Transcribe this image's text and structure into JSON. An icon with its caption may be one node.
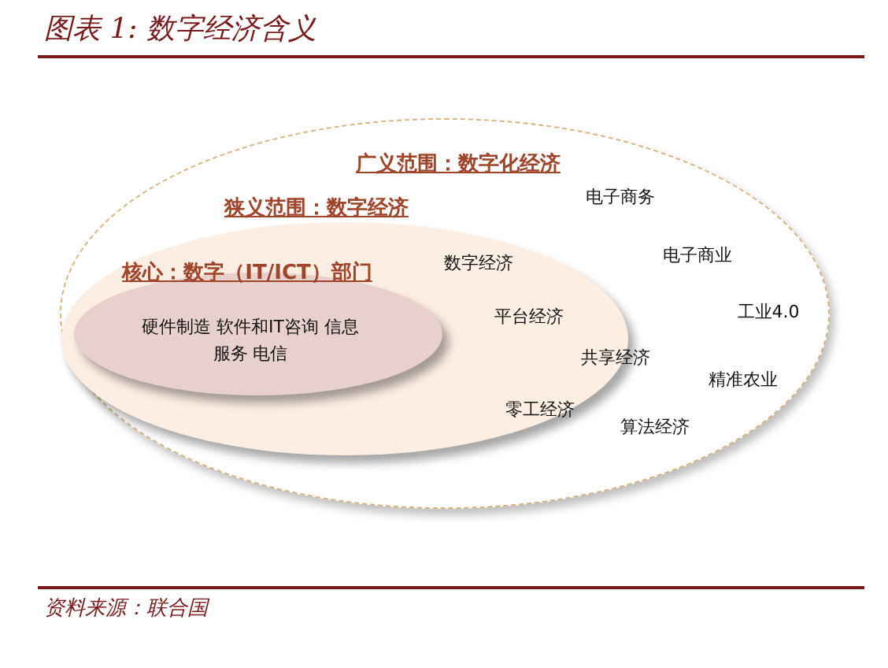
{
  "diagram": {
    "title": "图表 1: 数字经济含义",
    "caption": "资料来源：联合国",
    "nodes": [
      {
        "text": [
          "广义范围：数字化经济",
          "电子商务",
          "电子商业",
          "工业4.0",
          "精准农业",
          "算法经济"
        ]
      },
      {
        "text": [
          "狭义范围：数字经济",
          "数字经济",
          "平台经济",
          "共享经济",
          "零工经济"
        ],
        "in": 0
      },
      {
        "text": [
          "核心：数字（IT/ICT）部门",
          "硬件制造 软件和IT咨询 信息服务 电信"
        ],
        "in": 1
      }
    ]
  }
}
